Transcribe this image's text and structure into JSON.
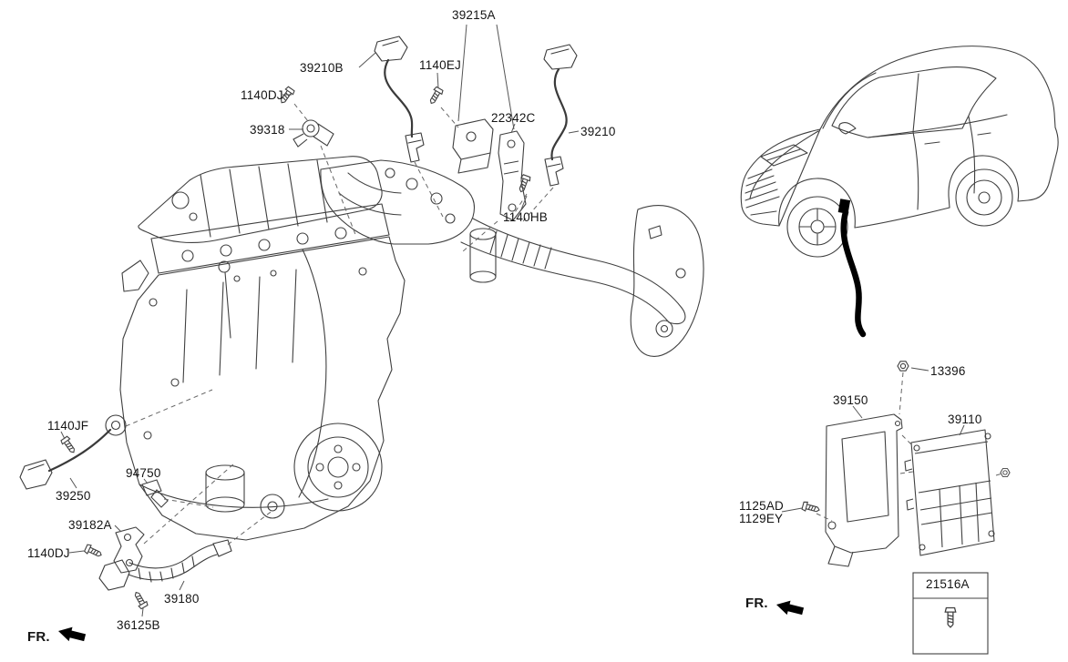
{
  "parts": {
    "39215A": "39215A",
    "39210B": "39210B",
    "1140EJ": "1140EJ",
    "1140DJ": "1140DJ",
    "39318": "39318",
    "22342C": "22342C",
    "39210": "39210",
    "1140HB": "1140HB",
    "1140JF": "1140JF",
    "39250": "39250",
    "94750": "94750",
    "39182A": "39182A",
    "39180": "39180",
    "36125B": "36125B",
    "13396": "13396",
    "39150": "39150",
    "39110": "39110",
    "1125AD": "1125AD",
    "1129EY": "1129EY",
    "21516A": "21516A"
  },
  "fr_indicator": {
    "left": "FR.",
    "right": "FR."
  },
  "icons": {
    "fr_arrow_left": "direction-arrow",
    "fr_arrow_right": "direction-arrow"
  },
  "colors": {
    "line": "#404040",
    "background": "#ffffff",
    "text": "#141414",
    "accent_black": "#000000"
  }
}
